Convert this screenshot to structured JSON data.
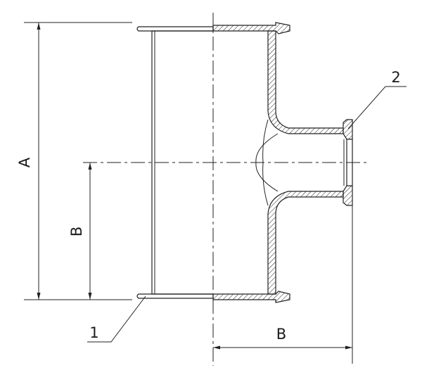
{
  "labels": {
    "dim_a": "A",
    "dim_b_vertical": "B",
    "dim_b_horizontal": "B",
    "callout_1": "1",
    "callout_2": "2"
  },
  "colors": {
    "line": "#222222",
    "background": "#ffffff"
  }
}
